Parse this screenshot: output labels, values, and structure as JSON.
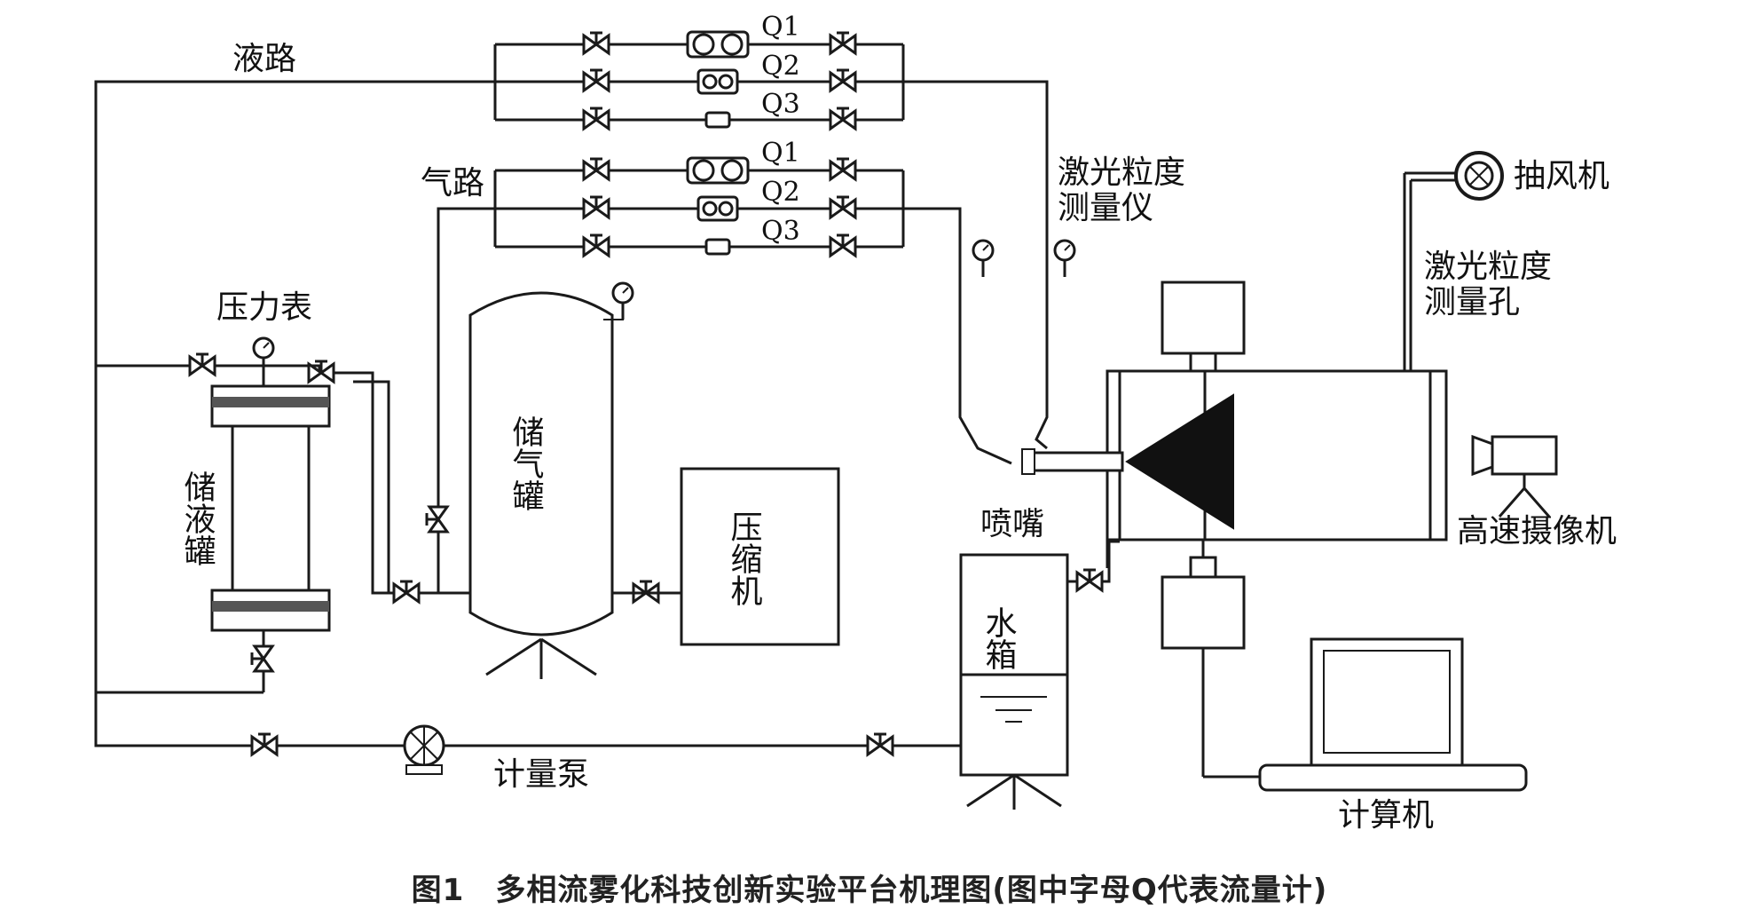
{
  "labels": {
    "liquid_path": "液路",
    "gas_path": "气路",
    "q1_liquid": "Q1",
    "q2_liquid": "Q2",
    "q3_liquid": "Q3",
    "q1_gas": "Q1",
    "q2_gas": "Q2",
    "q3_gas": "Q3",
    "laser_meter_line1": "激光粒度",
    "laser_meter_line2": "测量仪",
    "exhaust_fan": "抽风机",
    "laser_hole_line1": "激光粒度",
    "laser_hole_line2": "测量孔",
    "pressure_gauge": "压力表",
    "liquid_tank": "储液罐",
    "gas_tank": "储气罐",
    "compressor": "压缩机",
    "nozzle": "喷嘴",
    "water_tank": "水箱",
    "high_speed_camera": "高速摄像机",
    "metering_pump": "计量泵",
    "computer": "计算机"
  },
  "caption": "图1　多相流雾化科技创新实验平台机理图(图中字母Q代表流量计)"
}
